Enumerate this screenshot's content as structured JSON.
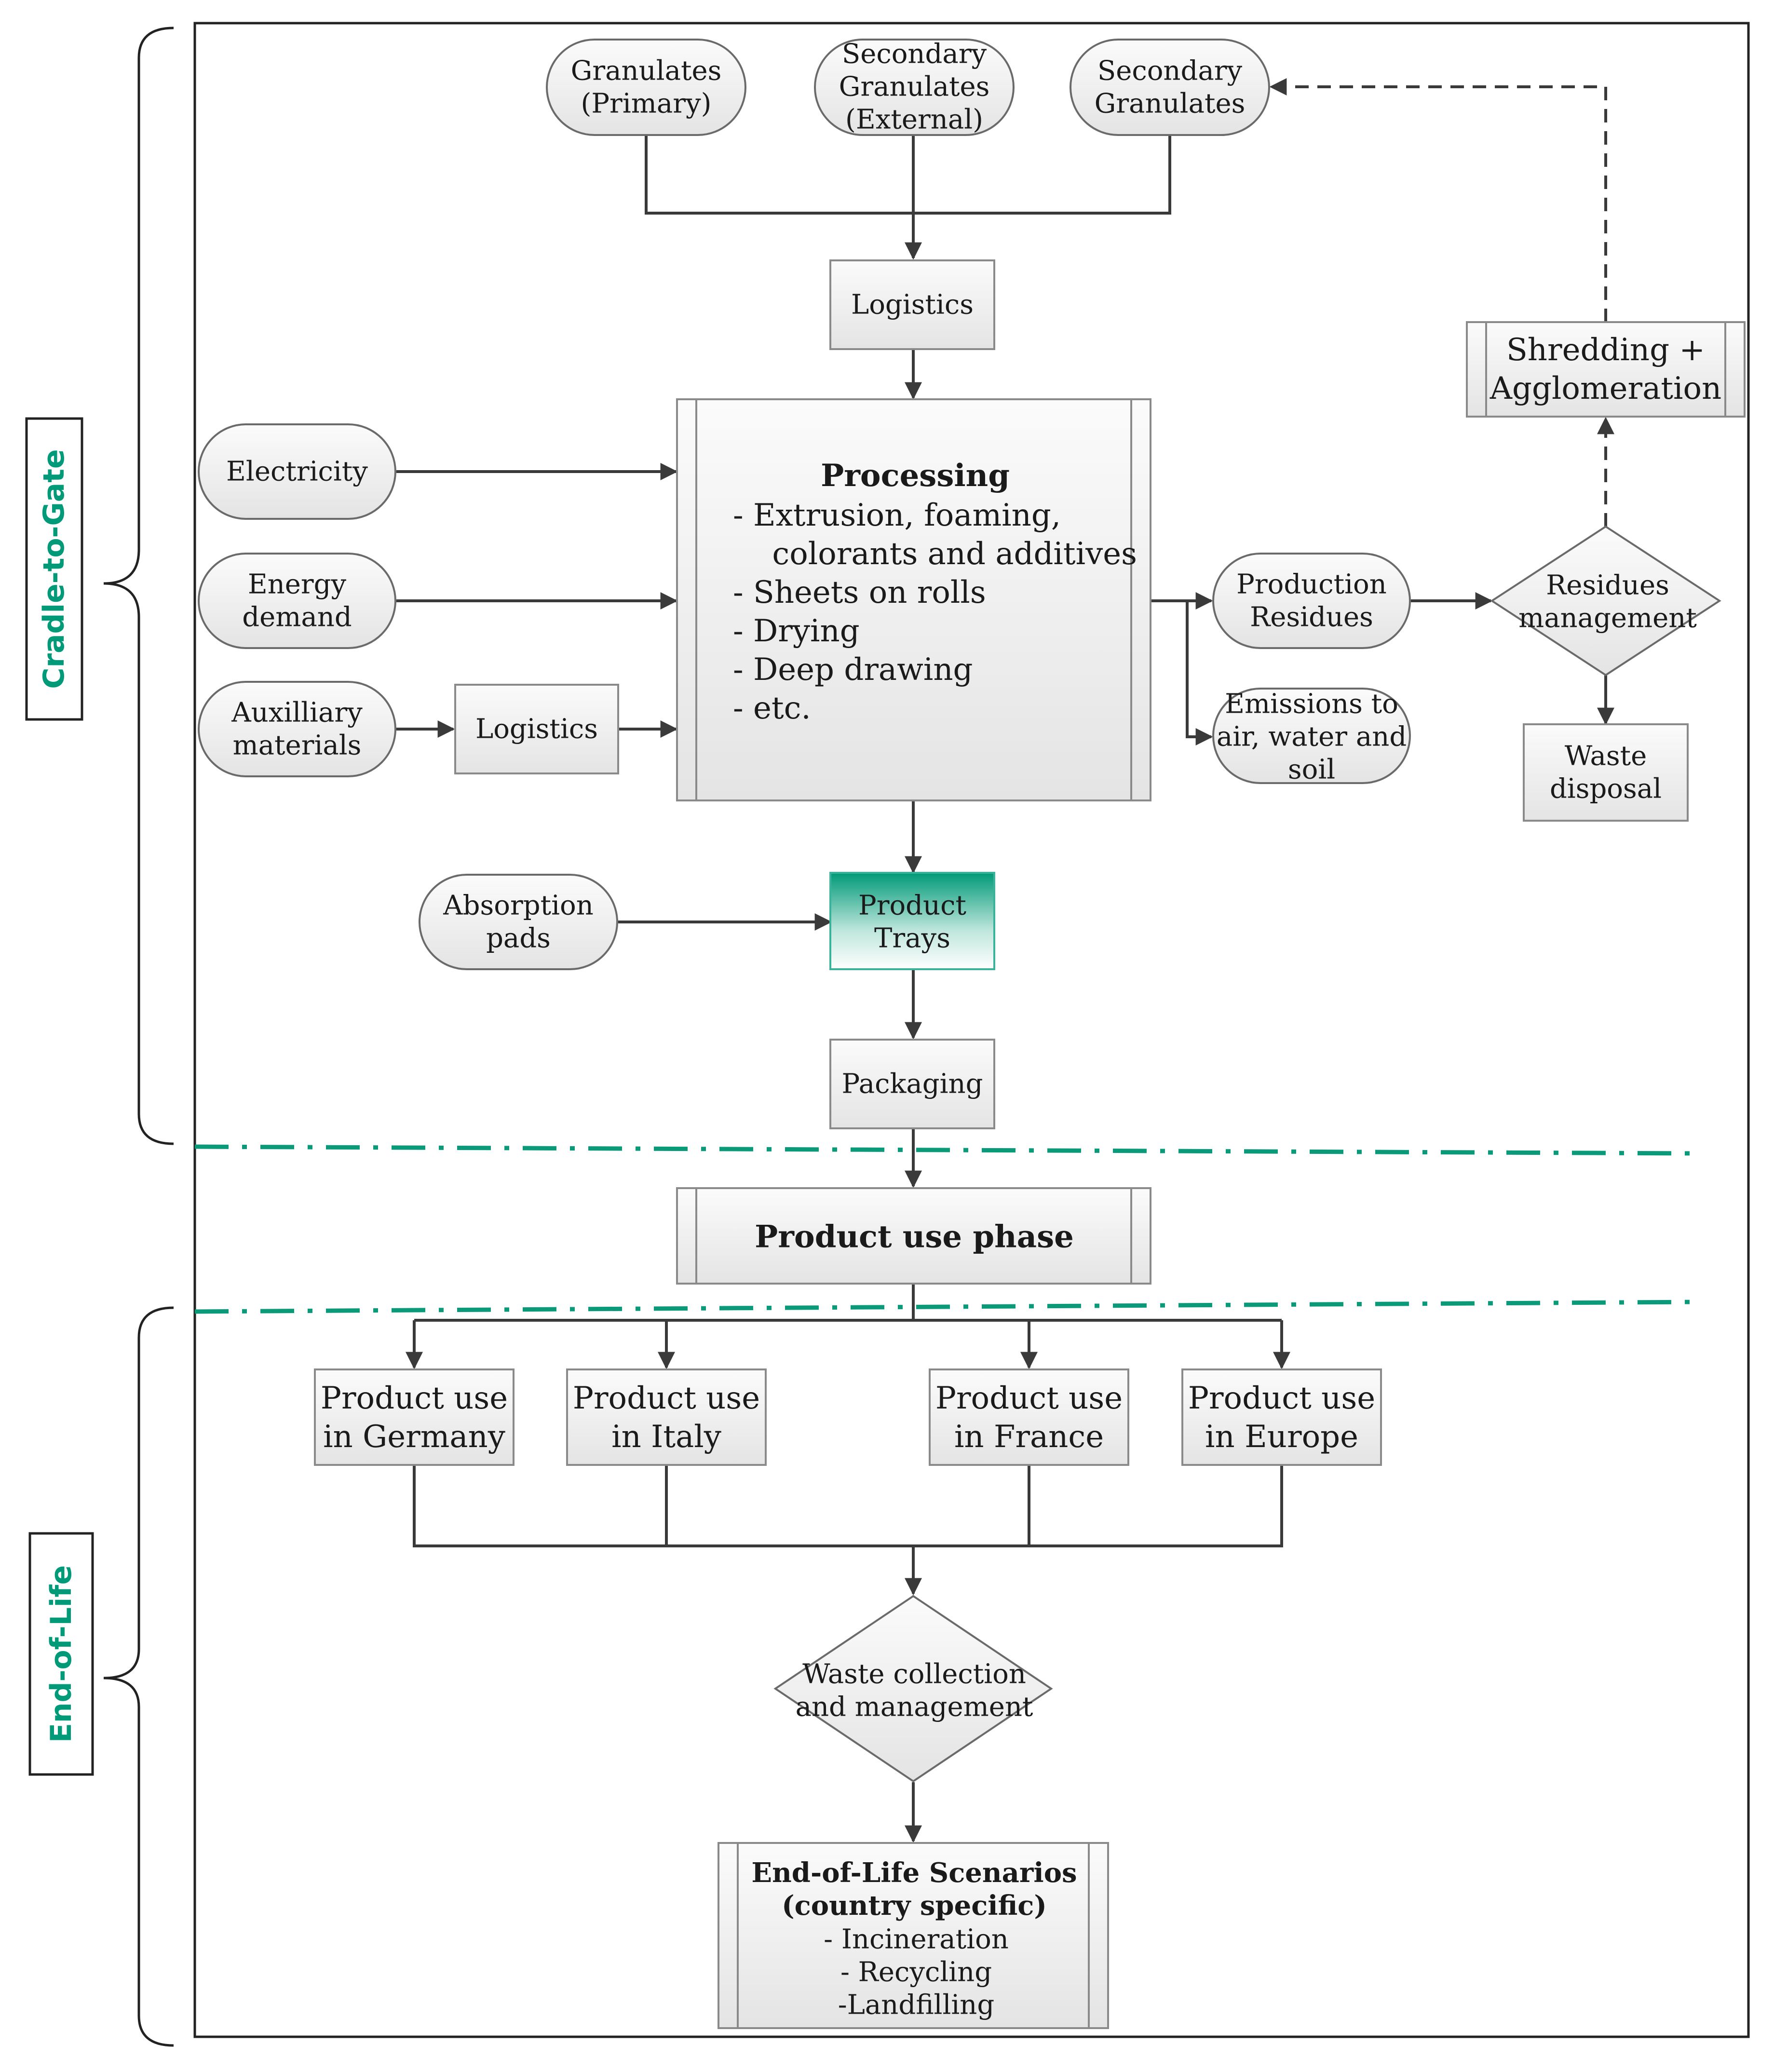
{
  "phases": {
    "cradle_to_gate": "Cradle-to-Gate",
    "end_of_life": "End-of-Life"
  },
  "inputs": {
    "granulates_primary": [
      "Granulates",
      "(Primary)"
    ],
    "secondary_external": [
      "Secondary",
      "Granulates",
      "(External)"
    ],
    "secondary_internal": [
      "Secondary",
      "Granulates"
    ],
    "electricity": [
      "Electricity"
    ],
    "energy_demand": [
      "Energy",
      "demand"
    ],
    "auxiliary_materials": [
      "Auxilliary",
      "materials"
    ],
    "absorption_pads": [
      "Absorption",
      "pads"
    ]
  },
  "boxes": {
    "logistics_top": [
      "Logistics"
    ],
    "logistics_aux": [
      "Logistics"
    ],
    "product_trays": [
      "Product",
      "Trays"
    ],
    "packaging": [
      "Packaging"
    ],
    "shredding": [
      "Shredding +",
      "Agglomeration"
    ],
    "waste_disposal": [
      "Waste",
      "disposal"
    ]
  },
  "processing": {
    "title": "Processing",
    "items": [
      "- Extrusion, foaming,",
      "  colorants and additives",
      "- Sheets on rolls",
      "- Drying",
      "- Deep drawing",
      "- etc."
    ]
  },
  "outputs": {
    "production_residues": [
      "Production",
      "Residues"
    ],
    "emissions": [
      "Emissions to",
      "air, water and",
      "soil"
    ]
  },
  "decisions": {
    "residues_management": [
      "Residues",
      "management"
    ],
    "waste_collection": [
      "Waste collection",
      "and management"
    ]
  },
  "use_phase": {
    "title": "Product use phase",
    "countries": [
      [
        "Product use",
        "in Germany"
      ],
      [
        "Product use",
        "in Italy"
      ],
      [
        "Product use",
        "in France"
      ],
      [
        "Product use",
        "in Europe"
      ]
    ]
  },
  "eol_scenarios": {
    "title_lines": [
      "End-of-Life Scenarios",
      "(country specific)"
    ],
    "items": [
      "- Incineration",
      "- Recycling",
      "-Landfilling"
    ]
  },
  "colors": {
    "accent": "#009a78",
    "box_fill_light": "#fafafa",
    "box_fill_dark": "#e6e6e6",
    "trays_top": "#009a78"
  }
}
